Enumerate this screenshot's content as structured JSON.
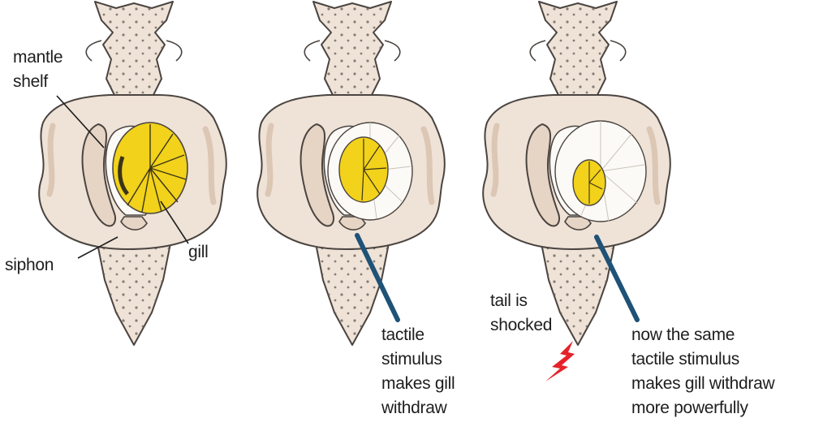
{
  "labels": {
    "mantle_shelf": [
      "mantle",
      "shelf"
    ],
    "siphon": "siphon",
    "gill": "gill",
    "tactile_stimulus": [
      "tactile",
      "stimulus",
      "makes gill",
      "withdraw"
    ],
    "tail_shocked": [
      "tail is",
      "shocked"
    ],
    "now_same": [
      "now the same",
      "tactile stimulus",
      "makes gill withdraw",
      "more powerfully"
    ]
  },
  "colors": {
    "body": "#efe2d6",
    "body_shadow": "#dcc6b4",
    "outline": "#4a4440",
    "speckle": "#6b625c",
    "gill_yellow": "#f2d21a",
    "gill_dark": "#3a3418",
    "probe": "#1f5277",
    "shock": "#e5222a"
  },
  "figures": [
    {
      "id": "baseline",
      "gill_extension": 1.0
    },
    {
      "id": "tactile",
      "gill_extension": 0.62
    },
    {
      "id": "sensitized",
      "gill_extension": 0.42
    }
  ]
}
